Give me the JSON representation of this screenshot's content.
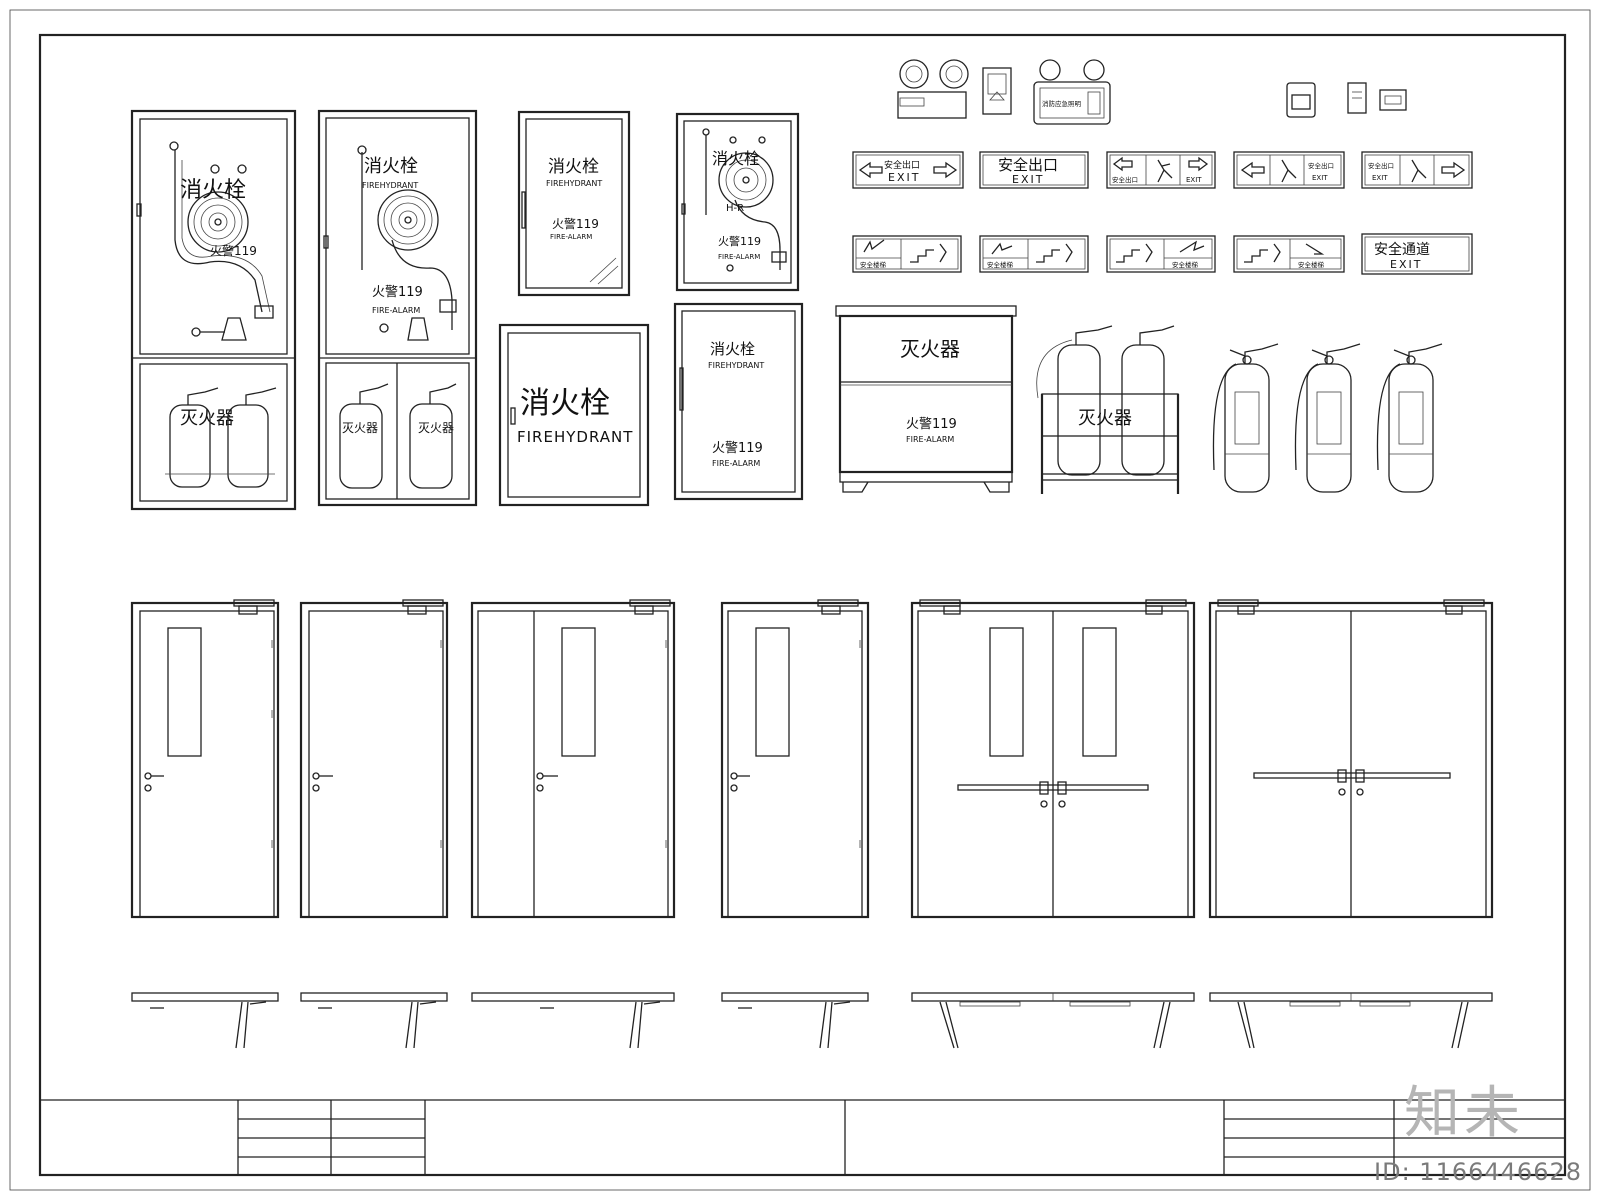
{
  "hydrant_cabinets": {
    "label_cn": "消火栓",
    "label_en": "FIREHYDRANT",
    "label_en_spaced": "FIREHYDRANT",
    "alarm_cn": "火警119",
    "alarm_en": "FIRE-ALARM",
    "extinguisher_cn": "灭火器",
    "hr_label": "H-R"
  },
  "extinguisher_box": {
    "label_cn": "灭火器",
    "alarm_cn": "火警119",
    "alarm_en": "FIRE-ALARM"
  },
  "extinguisher_rack": {
    "label_cn": "灭火器"
  },
  "emergency_light": {
    "label_cn": "消防应急照明"
  },
  "exit_signs": {
    "safe_exit_cn": "安全出口",
    "exit_en": "EXIT",
    "safe_passage_cn": "安全通道",
    "stair_label_cn": "安全楼梯"
  },
  "watermark": {
    "logo": "知未",
    "id_text": "ID: 1166446628"
  }
}
